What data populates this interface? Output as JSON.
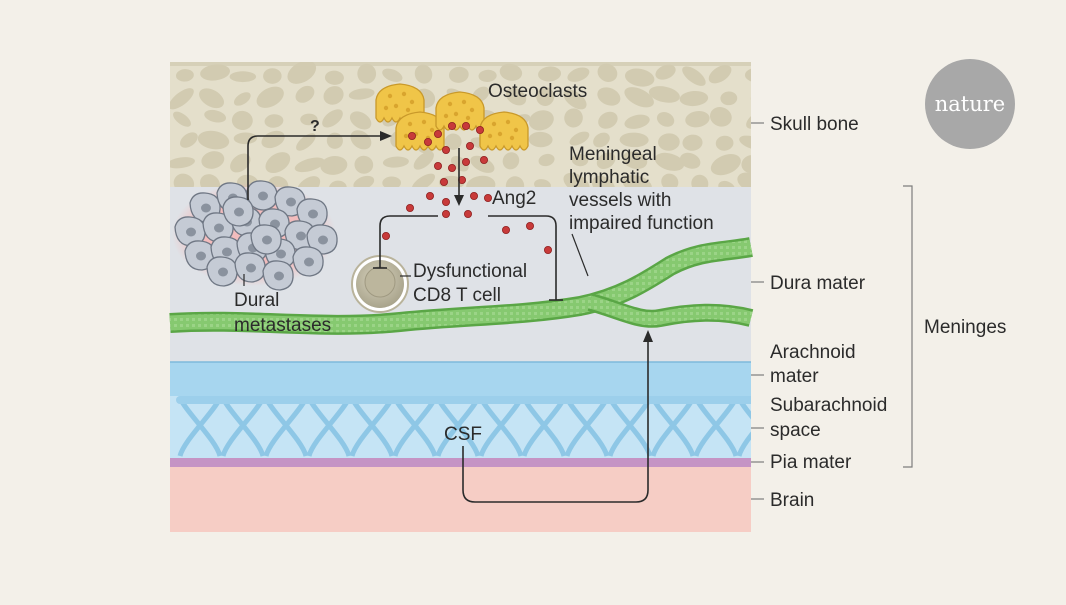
{
  "brand": {
    "logo_text": "nature",
    "logo_color": "#a8a8a8"
  },
  "layer_labels": {
    "skull_bone": "Skull bone",
    "dura_mater": "Dura mater",
    "arachnoid_mater": [
      "Arachnoid",
      "mater"
    ],
    "subarachnoid_space": [
      "Subarachnoid",
      "space"
    ],
    "pia_mater": "Pia mater",
    "brain": "Brain",
    "meninges": "Meninges"
  },
  "annotations": {
    "osteoclasts": "Osteoclasts",
    "question_mark": "?",
    "ang2": "Ang2",
    "lymphatic": [
      "Meningeal",
      "lymphatic",
      "vessels with",
      "impaired function"
    ],
    "dural_metastases": [
      "Dural",
      "metastases"
    ],
    "t_cell": [
      "Dysfunctional",
      "CD8 T cell"
    ],
    "csf": "CSF"
  },
  "colors": {
    "bone": "#e4dfcb",
    "dura": "#dfe2e7",
    "arachnoid": "#a7d6ef",
    "subarachnoid": "#c5e4f5",
    "pia": "#c594c5",
    "brain": "#f6cdc5",
    "lymphatic_vessel": "#7fc26a",
    "osteoclast": "#f0c548",
    "ang2_dot": "#c83a3a",
    "metastasis_glow": "#f4b8b8"
  }
}
